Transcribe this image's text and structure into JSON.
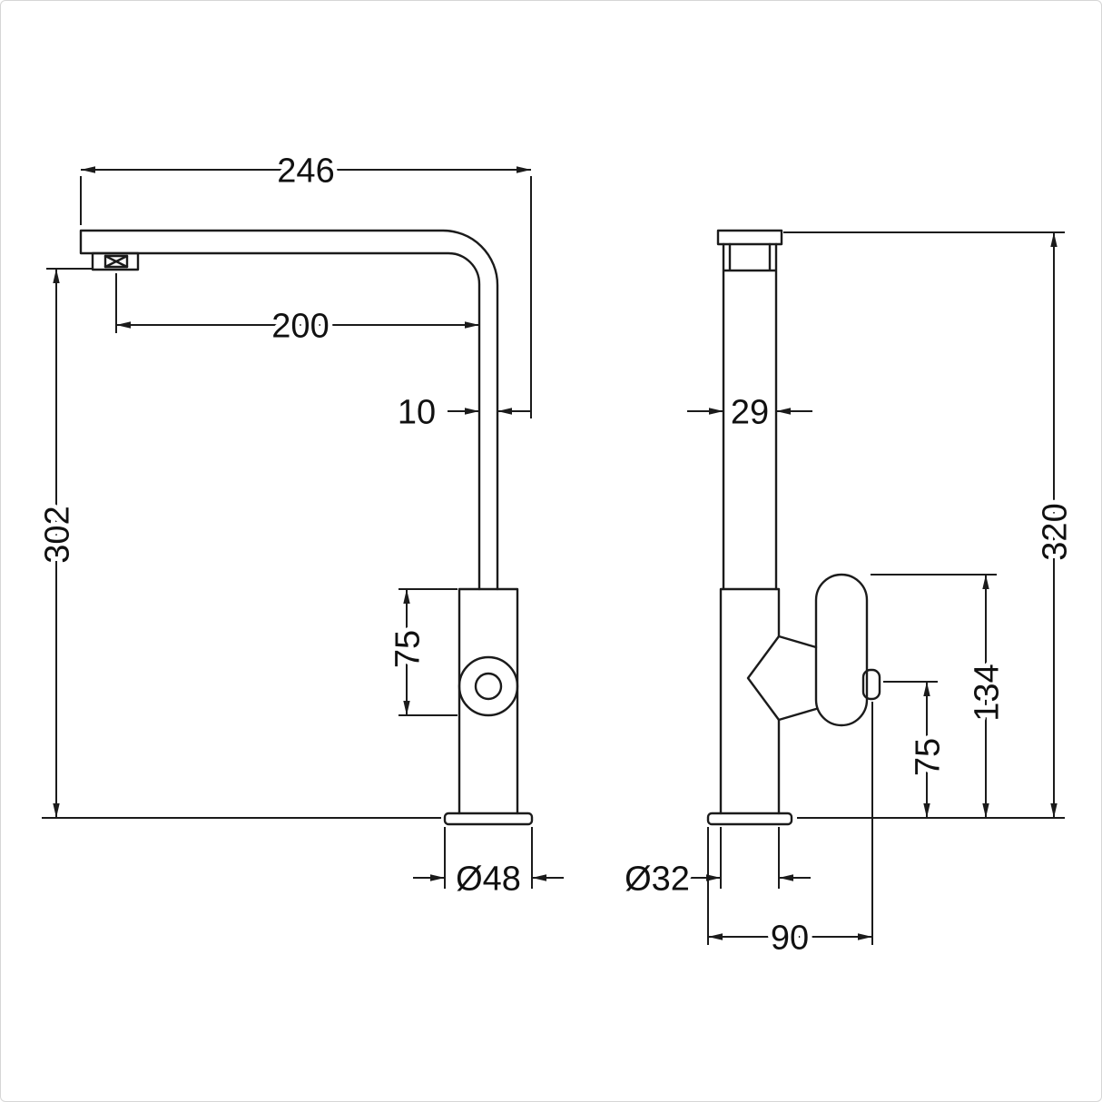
{
  "drawing": {
    "subject": "kitchen-mixer-tap-dimensional-drawing",
    "units": "mm",
    "views": {
      "front": {
        "spout_reach": "246",
        "spout_projection": "200",
        "spout_tube_width": "10",
        "height_to_spout": "302",
        "cartridge_height": "75",
        "base_diameter": "Ø48"
      },
      "side": {
        "tube_depth": "29",
        "overall_height": "320",
        "body_height": "134",
        "handle_height": "75",
        "body_diameter": "Ø32",
        "base_depth": "90"
      }
    }
  }
}
